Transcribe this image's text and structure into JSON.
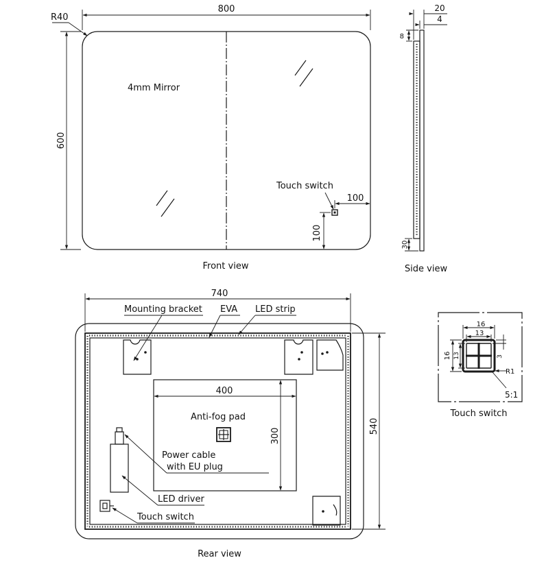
{
  "front_view": {
    "caption": "Front view",
    "width_dim": "800",
    "height_dim": "600",
    "radius_label": "R40",
    "material_label": "4mm Mirror",
    "touch_switch_label": "Touch switch",
    "switch_offset_x": "100",
    "switch_offset_y": "100"
  },
  "side_view": {
    "caption": "Side view",
    "depth_dim": "20",
    "glass_dim": "4",
    "top_dim": "8",
    "bottom_dim": "30"
  },
  "rear_view": {
    "caption": "Rear view",
    "width_dim": "740",
    "height_dim": "540",
    "pad_width_dim": "400",
    "pad_height_dim": "300",
    "labels": {
      "mounting_bracket": "Mounting bracket",
      "eva": "EVA",
      "led_strip": "LED strip",
      "anti_fog_pad": "Anti-fog pad",
      "power_cable_line1": "Power cable",
      "power_cable_line2": "with EU plug",
      "led_driver": "LED driver",
      "touch_switch": "Touch switch"
    }
  },
  "switch_detail": {
    "caption": "Touch switch",
    "outer_dim": "16",
    "inner_dim": "13",
    "outer_dim_v": "16",
    "inner_dim_v": "13",
    "gap_dim": "3",
    "radius_label": "R1",
    "scale_label": "5:1"
  }
}
